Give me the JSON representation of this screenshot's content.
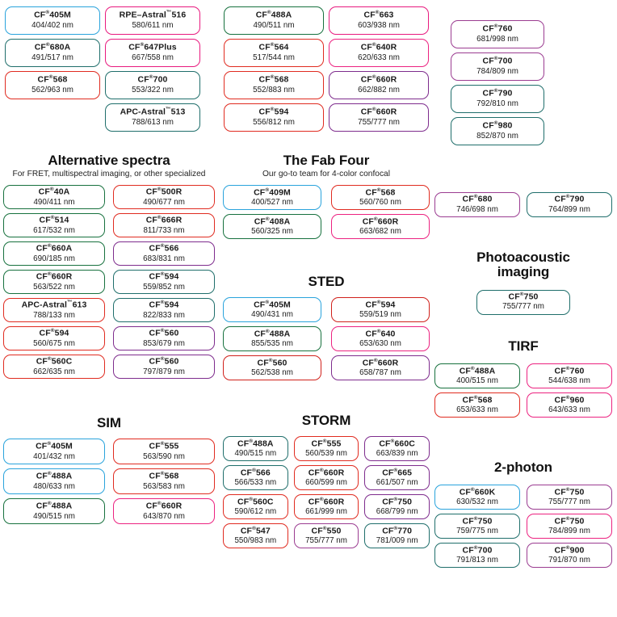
{
  "colors": {
    "blue": "#29A3DC",
    "green": "#17713E",
    "teal": "#1F6E6B",
    "red": "#E02B20",
    "crimson": "#D0211B",
    "magenta": "#E8197E",
    "pink": "#EC2280",
    "purple": "#7E2C8D",
    "plum": "#9B3C91",
    "violet": "#8B2E8E",
    "text": "#1a1a1a"
  },
  "top_section": {
    "groups": [
      {
        "name": "top-group-1",
        "columns": [
          [
            {
              "name": "CF",
              "sup": "®",
              "num": "405M",
              "wl": "404/402 nm",
              "color": "blue"
            },
            {
              "name": "CF",
              "sup": "®",
              "num": "680A",
              "wl": "491/517 nm",
              "color": "teal"
            },
            {
              "name": "CF",
              "sup": "®",
              "num": "568",
              "wl": "562/963 nm",
              "color": "red"
            }
          ],
          [
            {
              "name": "RPE–Astral",
              "sup": "™",
              "num": "516",
              "wl": "580/611 nm",
              "color": "magenta"
            },
            {
              "name": "CF",
              "sup": "®",
              "num": "647Plus",
              "wl": "667/558 nm",
              "color": "magenta"
            },
            {
              "name": "CF",
              "sup": "®",
              "num": "700",
              "wl": "553/322 nm",
              "color": "teal"
            },
            {
              "name": "APC-Astral",
              "sup": "™",
              "num": "513",
              "wl": "788/613 nm",
              "color": "teal"
            }
          ]
        ]
      },
      {
        "name": "top-group-2",
        "columns": [
          [
            {
              "name": "CF",
              "sup": "®",
              "num": "488A",
              "wl": "490/511 nm",
              "color": "green"
            },
            {
              "name": "CF",
              "sup": "®",
              "num": "564",
              "wl": "517/544 nm",
              "color": "red"
            },
            {
              "name": "CF",
              "sup": "®",
              "num": "568",
              "wl": "552/883 nm",
              "color": "red"
            },
            {
              "name": "CF",
              "sup": "®",
              "num": "594",
              "wl": "556/812 nm",
              "color": "red"
            }
          ],
          [
            {
              "name": "CF",
              "sup": "®",
              "num": "663",
              "wl": "603/938 nm",
              "color": "magenta"
            },
            {
              "name": "CF",
              "sup": "®",
              "num": "640R",
              "wl": "620/633 nm",
              "color": "pink"
            },
            {
              "name": "CF",
              "sup": "®",
              "num": "660R",
              "wl": "662/882 nm",
              "color": "purple"
            },
            {
              "name": "CF",
              "sup": "®",
              "num": "660R",
              "wl": "755/777 nm",
              "color": "purple"
            }
          ]
        ]
      },
      {
        "name": "top-group-3",
        "columns": [
          [
            {
              "name": "CF",
              "sup": "®",
              "num": "760",
              "wl": "681/998 nm",
              "color": "plum"
            },
            {
              "name": "CF",
              "sup": "®",
              "num": "700",
              "wl": "784/809 nm",
              "color": "plum"
            },
            {
              "name": "CF",
              "sup": "®",
              "num": "790",
              "wl": "792/810 nm",
              "color": "teal"
            },
            {
              "name": "CF",
              "sup": "®",
              "num": "980",
              "wl": "852/870 nm",
              "color": "teal"
            }
          ]
        ]
      }
    ]
  },
  "sections": {
    "alternative": {
      "title": "Alternative spectra",
      "subtitle": "For FRET, multispectral imaging, or other specialized",
      "items": [
        {
          "name": "CF",
          "sup": "®",
          "num": "40A",
          "wl": "490/411 nm",
          "color": "green"
        },
        {
          "name": "CF",
          "sup": "®",
          "num": "500R",
          "wl": "490/677 nm",
          "color": "red"
        },
        {
          "name": "CF",
          "sup": "®",
          "num": "514",
          "wl": "617/532 nm",
          "color": "green"
        },
        {
          "name": "CF",
          "sup": "®",
          "num": "666R",
          "wl": "811/733 nm",
          "color": "red"
        },
        {
          "name": "CF",
          "sup": "®",
          "num": "660A",
          "wl": "690/185 nm",
          "color": "green"
        },
        {
          "name": "CF",
          "sup": "®",
          "num": "566",
          "wl": "683/831 nm",
          "color": "purple"
        },
        {
          "name": "CF",
          "sup": "®",
          "num": "660R",
          "wl": "563/522 nm",
          "color": "green"
        },
        {
          "name": "CF",
          "sup": "®",
          "num": "594",
          "wl": "559/852 nm",
          "color": "teal"
        },
        {
          "name": "APC-Astral",
          "sup": "™",
          "num": "613",
          "wl": "788/133 nm",
          "color": "red"
        },
        {
          "name": "CF",
          "sup": "®",
          "num": "594",
          "wl": "822/833 nm",
          "color": "teal"
        },
        {
          "name": "CF",
          "sup": "®",
          "num": "594",
          "wl": "560/675 nm",
          "color": "red"
        },
        {
          "name": "CF",
          "sup": "®",
          "num": "560",
          "wl": "853/679 nm",
          "color": "purple"
        },
        {
          "name": "CF",
          "sup": "®",
          "num": "560C",
          "wl": "662/635 nm",
          "color": "red"
        },
        {
          "name": "CF",
          "sup": "®",
          "num": "560",
          "wl": "797/879 nm",
          "color": "purple"
        }
      ]
    },
    "fab_four": {
      "title": "The Fab Four",
      "subtitle": "Our go-to team for 4-color confocal",
      "items": [
        {
          "name": "CF",
          "sup": "®",
          "num": "409M",
          "wl": "400/527 nm",
          "color": "blue"
        },
        {
          "name": "CF",
          "sup": "®",
          "num": "568",
          "wl": "560/760 nm",
          "color": "red"
        },
        {
          "name": "CF",
          "sup": "®",
          "num": "408A",
          "wl": "560/325 nm",
          "color": "green"
        },
        {
          "name": "CF",
          "sup": "®",
          "num": "660R",
          "wl": "663/682 nm",
          "color": "pink"
        }
      ]
    },
    "sted": {
      "title": "STED",
      "subtitle": "",
      "items": [
        {
          "name": "CF",
          "sup": "®",
          "num": "405M",
          "wl": "490/431 nm",
          "color": "blue"
        },
        {
          "name": "CF",
          "sup": "®",
          "num": "594",
          "wl": "559/519 nm",
          "color": "crimson"
        },
        {
          "name": "CF",
          "sup": "®",
          "num": "488A",
          "wl": "855/535 nm",
          "color": "green"
        },
        {
          "name": "CF",
          "sup": "®",
          "num": "640",
          "wl": "653/630 nm",
          "color": "pink"
        },
        {
          "name": "CF",
          "sup": "®",
          "num": "560",
          "wl": "562/538 nm",
          "color": "crimson"
        },
        {
          "name": "CF",
          "sup": "®",
          "num": "660R",
          "wl": "658/787 nm",
          "color": "purple"
        }
      ]
    },
    "sim": {
      "title": "SIM",
      "subtitle": "",
      "items": [
        {
          "name": "CF",
          "sup": "®",
          "num": "405M",
          "wl": "401/432 nm",
          "color": "blue"
        },
        {
          "name": "CF",
          "sup": "®",
          "num": "555",
          "wl": "563/590 nm",
          "color": "red"
        },
        {
          "name": "CF",
          "sup": "®",
          "num": "488A",
          "wl": "480/633 nm",
          "color": "blue"
        },
        {
          "name": "CF",
          "sup": "®",
          "num": "568",
          "wl": "563/583 nm",
          "color": "red"
        },
        {
          "name": "CF",
          "sup": "®",
          "num": "488A",
          "wl": "490/515 nm",
          "color": "green"
        },
        {
          "name": "CF",
          "sup": "®",
          "num": "660R",
          "wl": "643/870 nm",
          "color": "pink"
        }
      ]
    },
    "storm": {
      "title": "STORM",
      "subtitle": "",
      "items": [
        {
          "name": "CF",
          "sup": "®",
          "num": "488A",
          "wl": "490/515 nm",
          "color": "teal"
        },
        {
          "name": "CF",
          "sup": "®",
          "num": "555",
          "wl": "560/539 nm",
          "color": "red"
        },
        {
          "name": "CF",
          "sup": "®",
          "num": "660C",
          "wl": "663/839 nm",
          "color": "purple"
        },
        {
          "name": "CF",
          "sup": "®",
          "num": "566",
          "wl": "566/533 nm",
          "color": "teal"
        },
        {
          "name": "CF",
          "sup": "®",
          "num": "660R",
          "wl": "660/599 nm",
          "color": "red"
        },
        {
          "name": "CF",
          "sup": "®",
          "num": "665",
          "wl": "661/507 nm",
          "color": "purple"
        },
        {
          "name": "CF",
          "sup": "®",
          "num": "560C",
          "wl": "590/612 nm",
          "color": "red"
        },
        {
          "name": "CF",
          "sup": "®",
          "num": "660R",
          "wl": "661/999 nm",
          "color": "red"
        },
        {
          "name": "CF",
          "sup": "®",
          "num": "750",
          "wl": "668/799 nm",
          "color": "purple"
        },
        {
          "name": "CF",
          "sup": "®",
          "num": "547",
          "wl": "550/983 nm",
          "color": "red"
        },
        {
          "name": "CF",
          "sup": "®",
          "num": "550",
          "wl": "755/777 nm",
          "color": "plum"
        },
        {
          "name": "CF",
          "sup": "®",
          "num": "770",
          "wl": "781/009 nm",
          "color": "teal"
        }
      ]
    },
    "right_top": {
      "items": [
        {
          "name": "CF",
          "sup": "®",
          "num": "680",
          "wl": "746/698 nm",
          "color": "plum"
        },
        {
          "name": "CF",
          "sup": "®",
          "num": "790",
          "wl": "764/899 nm",
          "color": "teal"
        }
      ]
    },
    "photoacoustic": {
      "title": "Photoacoustic imaging",
      "title_line1": "Photoacoustic",
      "title_line2": "imaging",
      "items": [
        {
          "name": "CF",
          "sup": "®",
          "num": "750",
          "wl": "755/777 nm",
          "color": "teal"
        }
      ]
    },
    "tirf": {
      "title": "TIRF",
      "items": [
        {
          "name": "CF",
          "sup": "®",
          "num": "488A",
          "wl": "400/515 nm",
          "color": "green"
        },
        {
          "name": "CF",
          "sup": "®",
          "num": "760",
          "wl": "544/638 nm",
          "color": "pink"
        },
        {
          "name": "CF",
          "sup": "®",
          "num": "568",
          "wl": "653/633 nm",
          "color": "red"
        },
        {
          "name": "CF",
          "sup": "®",
          "num": "960",
          "wl": "643/633 nm",
          "color": "pink"
        }
      ]
    },
    "two_photon": {
      "title": "2-photon",
      "items": [
        {
          "name": "CF",
          "sup": "®",
          "num": "660K",
          "wl": "630/532 nm",
          "color": "blue"
        },
        {
          "name": "CF",
          "sup": "®",
          "num": "750",
          "wl": "755/777 nm",
          "color": "plum"
        },
        {
          "name": "CF",
          "sup": "®",
          "num": "750",
          "wl": "759/775 nm",
          "color": "teal"
        },
        {
          "name": "CF",
          "sup": "®",
          "num": "750",
          "wl": "784/899 nm",
          "color": "pink"
        },
        {
          "name": "CF",
          "sup": "®",
          "num": "700",
          "wl": "791/813 nm",
          "color": "teal"
        },
        {
          "name": "CF",
          "sup": "®",
          "num": "900",
          "wl": "791/870 nm",
          "color": "plum"
        }
      ]
    }
  }
}
